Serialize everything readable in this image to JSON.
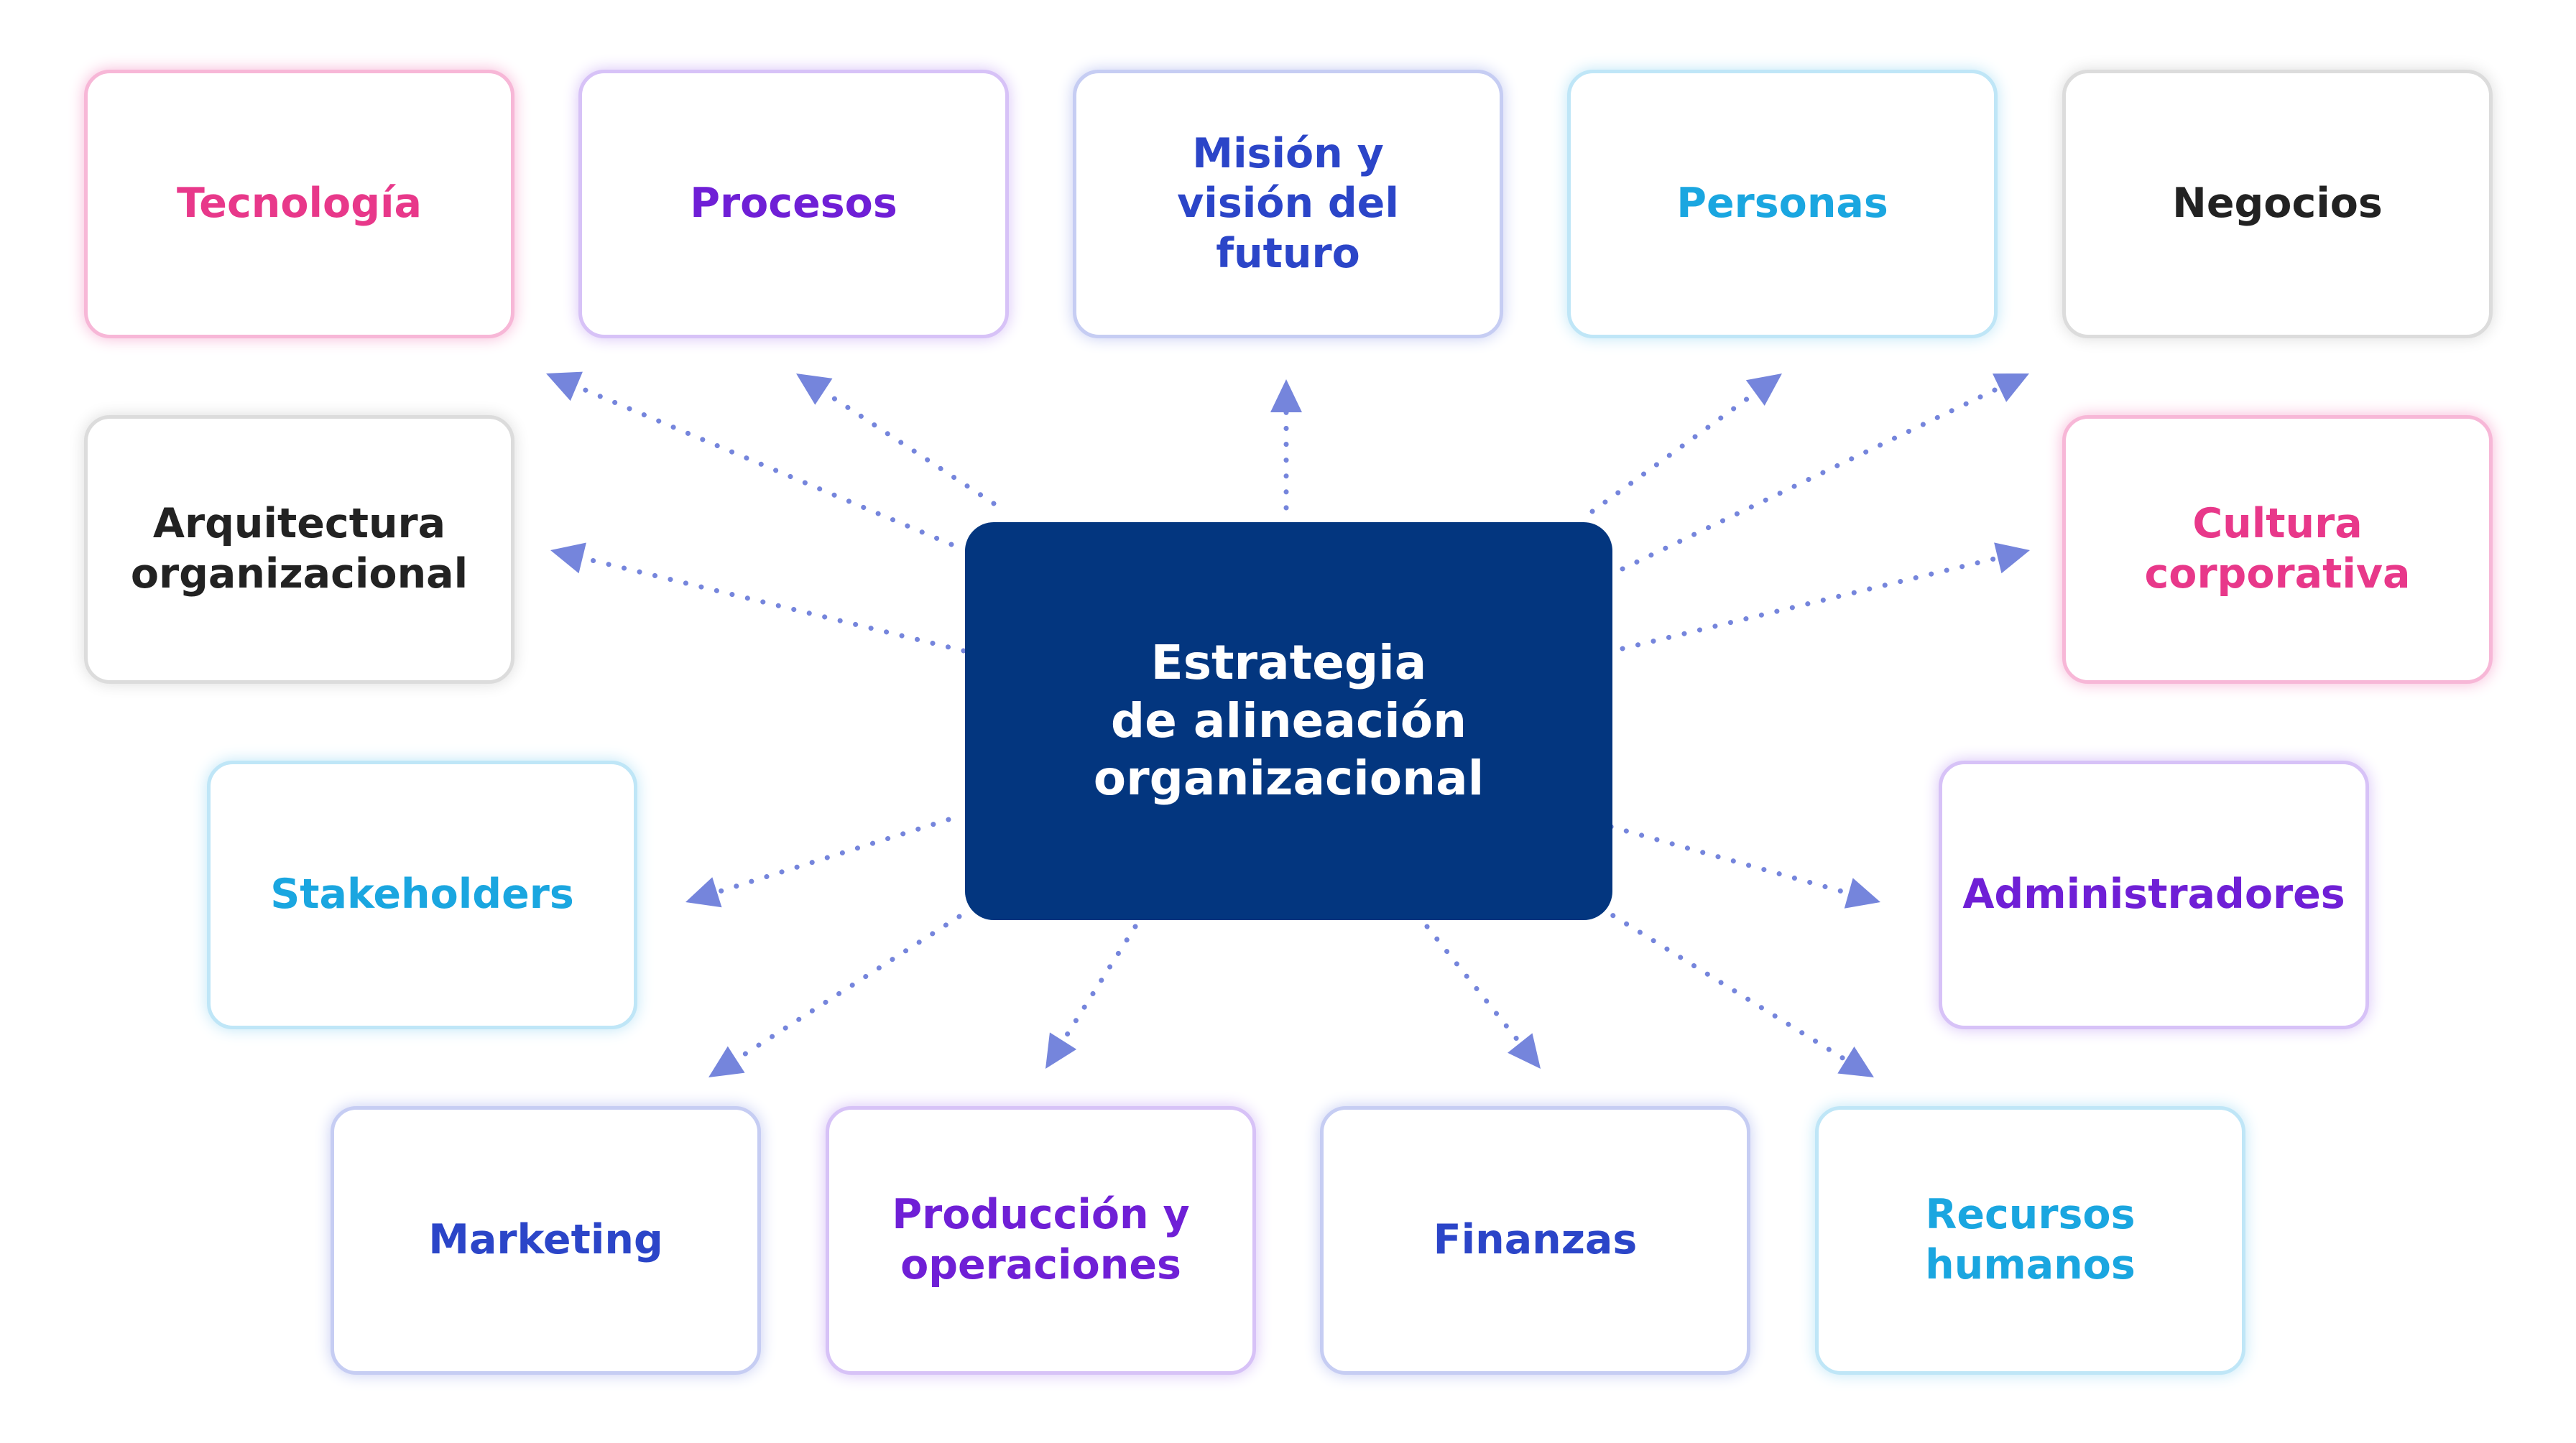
{
  "center": {
    "label": "Estrategia\nde alineación\norganizacional",
    "color": "#03367f"
  },
  "nodes": {
    "tecnologia": {
      "label": "Tecnología",
      "color": "#e8388a",
      "glow": "#f7b7d7"
    },
    "procesos": {
      "label": "Procesos",
      "color": "#6f1fd6",
      "glow": "#d7c2f7"
    },
    "mision": {
      "label": "Misión y\nvisión del\nfuturo",
      "color": "#2b45c8",
      "glow": "#c6cdf3"
    },
    "personas": {
      "label": "Personas",
      "color": "#1aa6e0",
      "glow": "#bfe6f7"
    },
    "negocios": {
      "label": "Negocios",
      "color": "#222222",
      "glow": "#dcdcdc"
    },
    "arquitectura": {
      "label": "Arquitectura\norganizacional",
      "color": "#222222",
      "glow": "#dcdcdc"
    },
    "cultura": {
      "label": "Cultura\ncorporativa",
      "color": "#e8388a",
      "glow": "#f7b7d7"
    },
    "stakeholders": {
      "label": "Stakeholders",
      "color": "#1aa6e0",
      "glow": "#bfe6f7"
    },
    "administradores": {
      "label": "Administradores",
      "color": "#6f1fd6",
      "glow": "#d7c2f7"
    },
    "marketing": {
      "label": "Marketing",
      "color": "#2b45c8",
      "glow": "#c6cdf3"
    },
    "produccion": {
      "label": "Producción y\noperaciones",
      "color": "#6f1fd6",
      "glow": "#d7c2f7"
    },
    "finanzas": {
      "label": "Finanzas",
      "color": "#2b45c8",
      "glow": "#c6cdf3"
    },
    "recursos": {
      "label": "Recursos\nhumanos",
      "color": "#1aa6e0",
      "glow": "#bfe6f7"
    }
  },
  "connector_color": "#7585dc"
}
